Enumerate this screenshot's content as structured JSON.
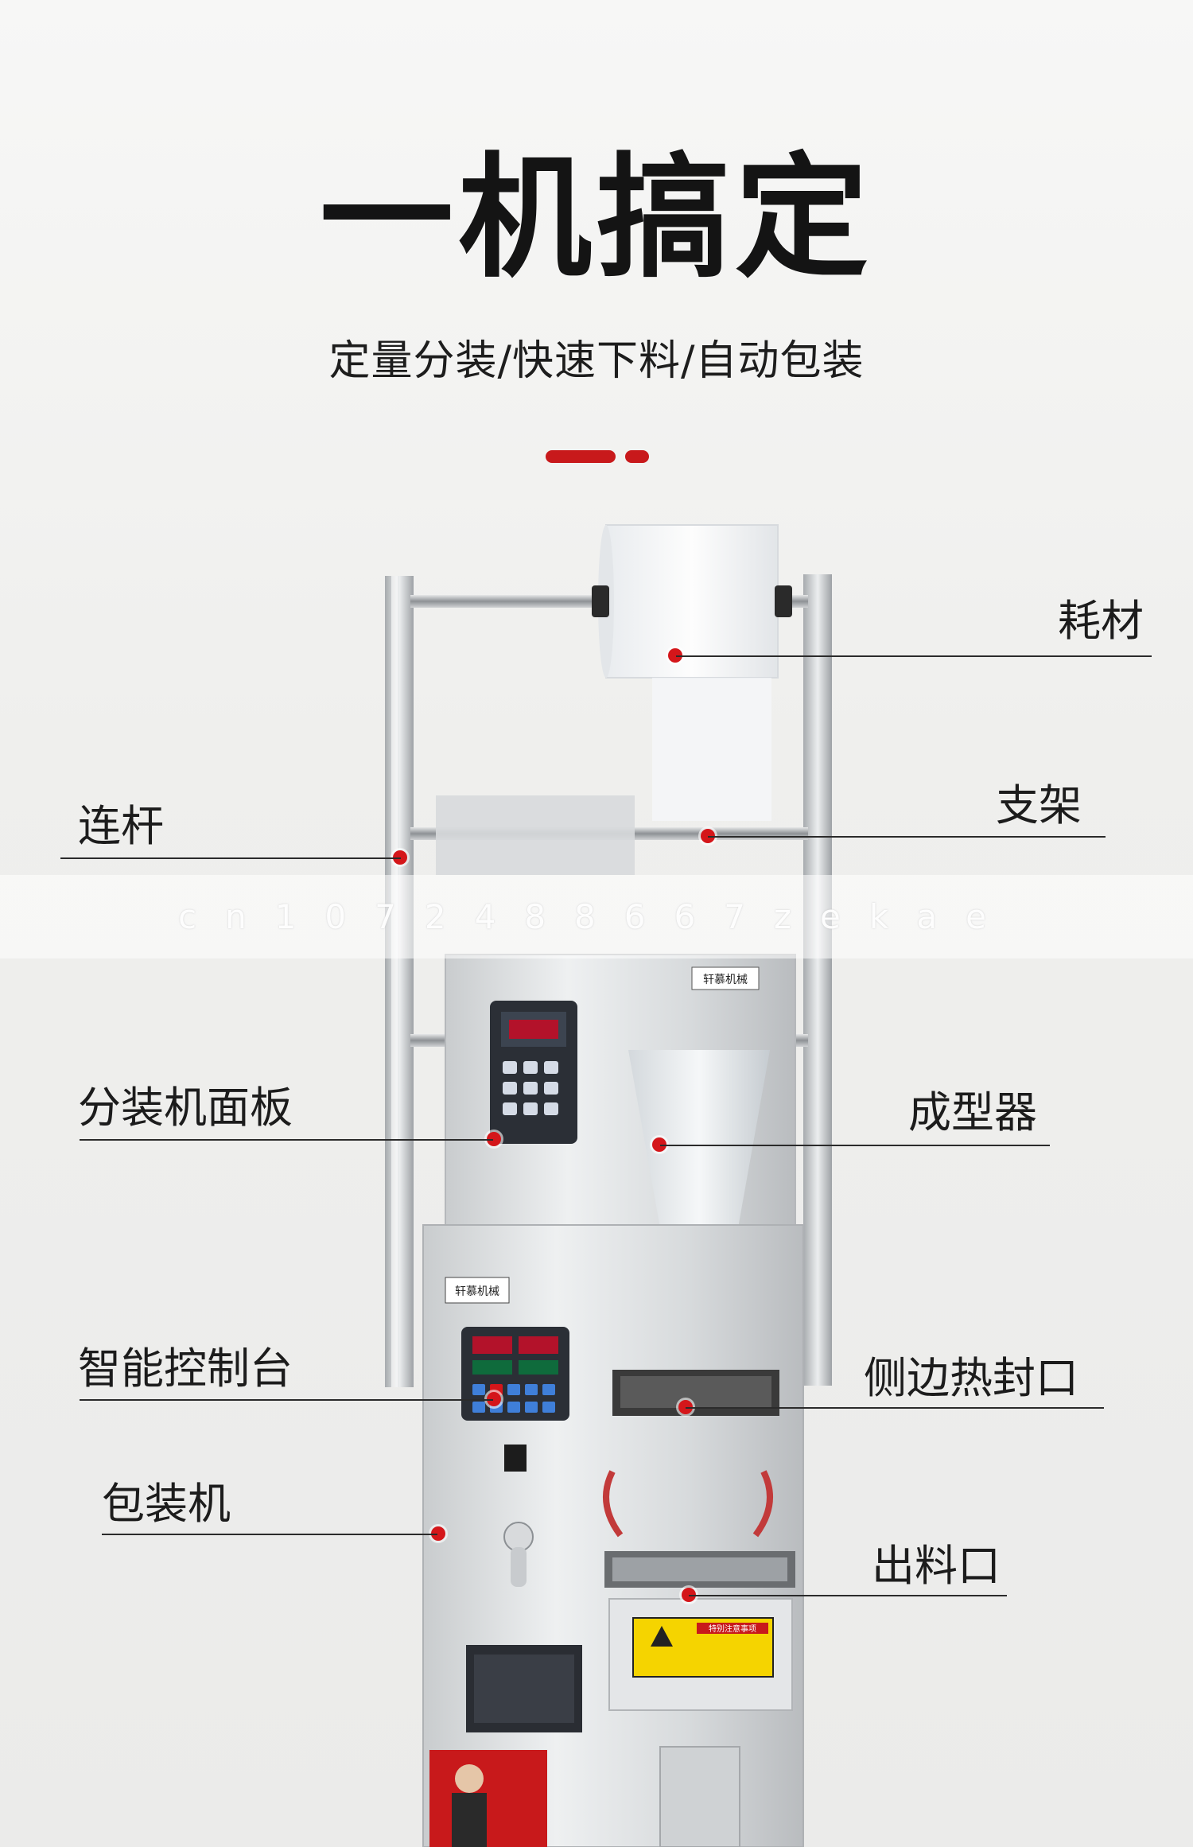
{
  "heading": {
    "title": "一机搞定",
    "subtitle": "定量分装/快速下料/自动包装"
  },
  "accent_color": "#c8191b",
  "callouts": {
    "consumables": "耗材",
    "connecting_rod": "连杆",
    "bracket": "支架",
    "dispenser_panel": "分装机面板",
    "former": "成型器",
    "smart_console": "智能控制台",
    "side_heat_seal": "侧边热封口",
    "packaging_machine": "包装机",
    "outlet": "出料口"
  },
  "machine": {
    "brand_plate_top": "轩慕机械",
    "brand_plate_mid": "轩慕机械",
    "warning_label": "特别注意事项"
  },
  "watermark": "cn1072488667zekae"
}
